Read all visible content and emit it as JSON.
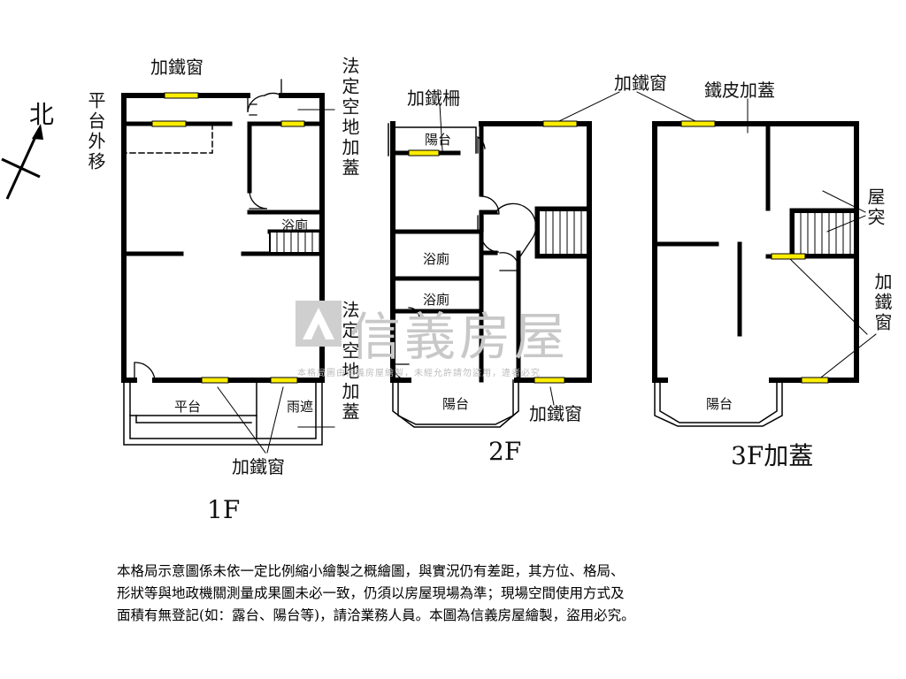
{
  "compass": {
    "north": "北"
  },
  "floors": {
    "f1": {
      "title": "1F"
    },
    "f2": {
      "title": "2F"
    },
    "f3": {
      "title": "3F加蓋"
    }
  },
  "labels": {
    "f1_window_top": "加鐵窗",
    "f1_platform_move": "平台外移",
    "f1_legal_open_top": "法定空地加蓋",
    "f1_legal_open_bottom": "法定空地加蓋",
    "f1_bath": "浴廁",
    "f1_terrace": "平台",
    "f1_awning": "雨遮",
    "f1_window_bottom": "加鐵窗",
    "f2_iron_grille": "加鐵柵",
    "f2_balcony_top": "陽台",
    "f2_bath_1": "浴廁",
    "f2_bath_2": "浴廁",
    "f2_balcony_bottom": "陽台",
    "f2_window_bottom": "加鐵窗",
    "shared_window_top": "加鐵窗",
    "f3_sheet_roof": "鐵皮加蓋",
    "f3_roof_room": "屋突",
    "f3_window_side": "加鐵窗",
    "f3_balcony": "陽台"
  },
  "watermark": {
    "brand": "信義房屋",
    "note": "本格局圖由信義房屋繪製，未經允許請勿盜用，違者必究"
  },
  "disclaimer": [
    "本格局示意圖係未依一定比例縮小繪製之概繪圖，與實況仍有差距，其方位、格局、",
    "形狀等與地政機關測量成果圖未必一致，仍須以房屋現場為準；現場空間使用方式及",
    "面積有無登記(如：露台、陽台等)，請洽業務人員。本圖為信義房屋繪製，盜用必究。"
  ]
}
